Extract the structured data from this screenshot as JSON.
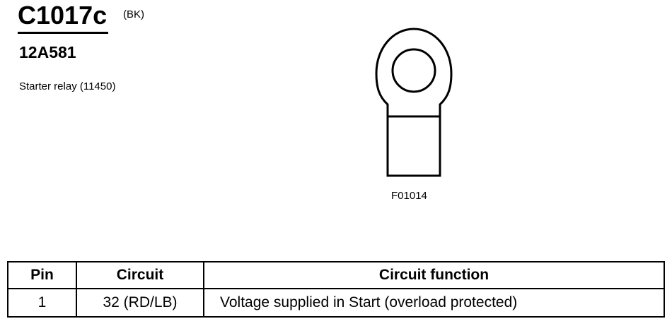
{
  "connector": {
    "id": "C1017c",
    "color": "(BK)",
    "part_number": "12A581",
    "description": "Starter relay (11450)"
  },
  "figure": {
    "code": "F01014",
    "icon": "ring-terminal-icon"
  },
  "pin_table": {
    "headers": {
      "pin": "Pin",
      "circuit": "Circuit",
      "function": "Circuit function"
    },
    "rows": [
      {
        "pin": "1",
        "circuit": "32 (RD/LB)",
        "function": "Voltage supplied in Start (overload protected)"
      }
    ]
  }
}
